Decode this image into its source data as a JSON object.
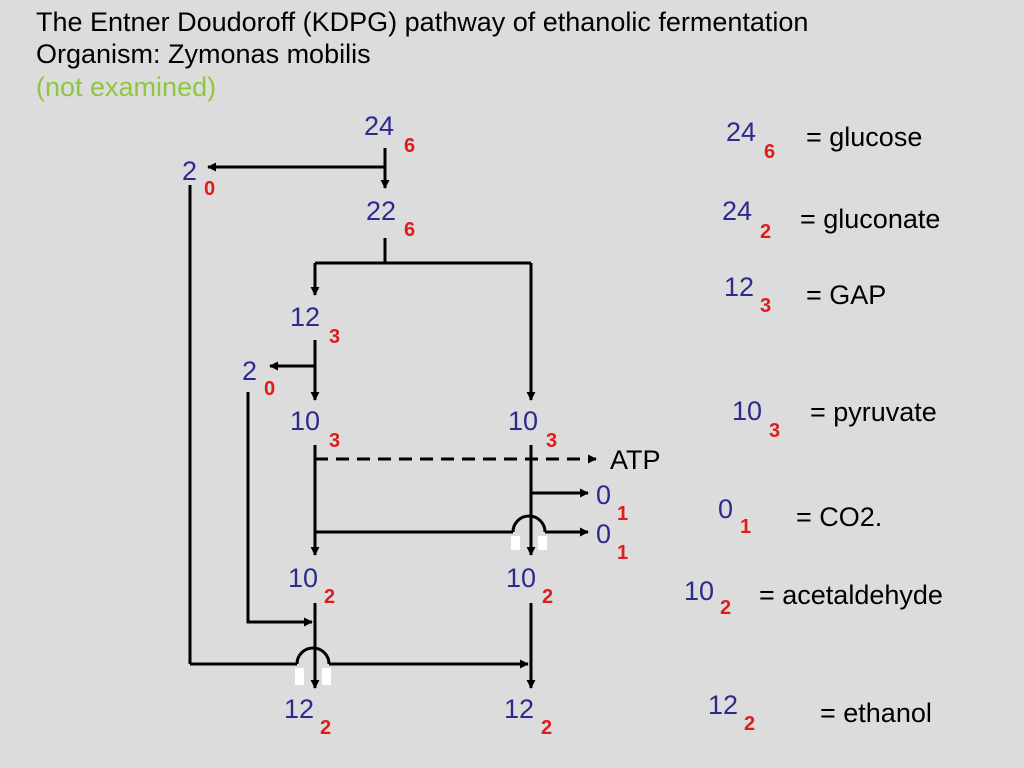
{
  "header": {
    "title": "The Entner Doudoroff (KDPG) pathway of ethanolic fermentation",
    "organism": "Organism: Zymonas mobilis",
    "note": "(not examined)"
  },
  "colors": {
    "background": "#dcdcdc",
    "carbon_count": "#2b2b8f",
    "subscript": "#e01b1b",
    "note": "#8ec63f"
  },
  "pathway": {
    "glucose": {
      "main": "24",
      "sub": "6"
    },
    "loss_top": {
      "main": "2",
      "sub": "0"
    },
    "gluconate": {
      "main": "22",
      "sub": "6"
    },
    "gap_left": {
      "main": "12",
      "sub": "3"
    },
    "loss_mid": {
      "main": "2",
      "sub": "0"
    },
    "pyruvate_left": {
      "main": "10",
      "sub": "3"
    },
    "pyruvate_right": {
      "main": "10",
      "sub": "3"
    },
    "atp": "ATP",
    "co2_a": {
      "main": "0",
      "sub": "1"
    },
    "co2_b": {
      "main": "0",
      "sub": "1"
    },
    "acet_left": {
      "main": "10",
      "sub": "2"
    },
    "acet_right": {
      "main": "10",
      "sub": "2"
    },
    "eth_left": {
      "main": "12",
      "sub": "2"
    },
    "eth_right": {
      "main": "12",
      "sub": "2"
    }
  },
  "legend": [
    {
      "main": "24",
      "sub": "6",
      "label": "= glucose"
    },
    {
      "main": "24",
      "sub": "2",
      "label": "= gluconate"
    },
    {
      "main": "12",
      "sub": "3",
      "label": "= GAP"
    },
    {
      "main": "10",
      "sub": "3",
      "label": "= pyruvate"
    },
    {
      "main": "0",
      "sub": "1",
      "label": "= CO2."
    },
    {
      "main": "10",
      "sub": "2",
      "label": "= acetaldehyde"
    },
    {
      "main": "12",
      "sub": "2",
      "label": "= ethanol"
    }
  ]
}
